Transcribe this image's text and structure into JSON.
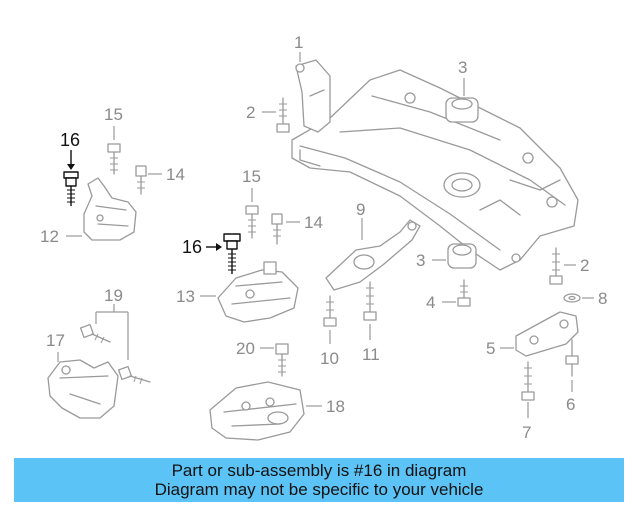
{
  "diagram": {
    "highlight_part": "16",
    "callouts": [
      "1",
      "2",
      "3",
      "2",
      "5",
      "6",
      "7",
      "8",
      "9",
      "3",
      "4",
      "10",
      "11",
      "12",
      "13",
      "14",
      "14",
      "15",
      "15",
      "16",
      "16",
      "17",
      "18",
      "19",
      "20"
    ]
  },
  "banner": {
    "line1": "Part or sub-assembly is #16 in diagram",
    "line2": "Diagram may not be specific to your vehicle",
    "color": "#5bc3f5"
  }
}
